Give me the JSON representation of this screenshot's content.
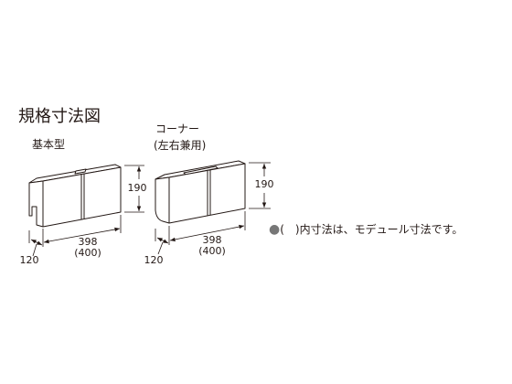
{
  "title": "規格寸法図",
  "basic": {
    "label": "基本型",
    "height": "190",
    "length": "398",
    "length_module": "(400)",
    "width": "120"
  },
  "corner": {
    "label": "コーナー",
    "sublabel": "(左右兼用)",
    "height": "190",
    "length": "398",
    "length_module": "(400)",
    "width": "120"
  },
  "note": {
    "bullet": "●",
    "text": "(　)内寸法は、モデュール寸法です。"
  },
  "colors": {
    "block_fill": "#ffffff",
    "block_shade": "#e8e8e8",
    "line": "#231815",
    "bullet": "#777777"
  }
}
